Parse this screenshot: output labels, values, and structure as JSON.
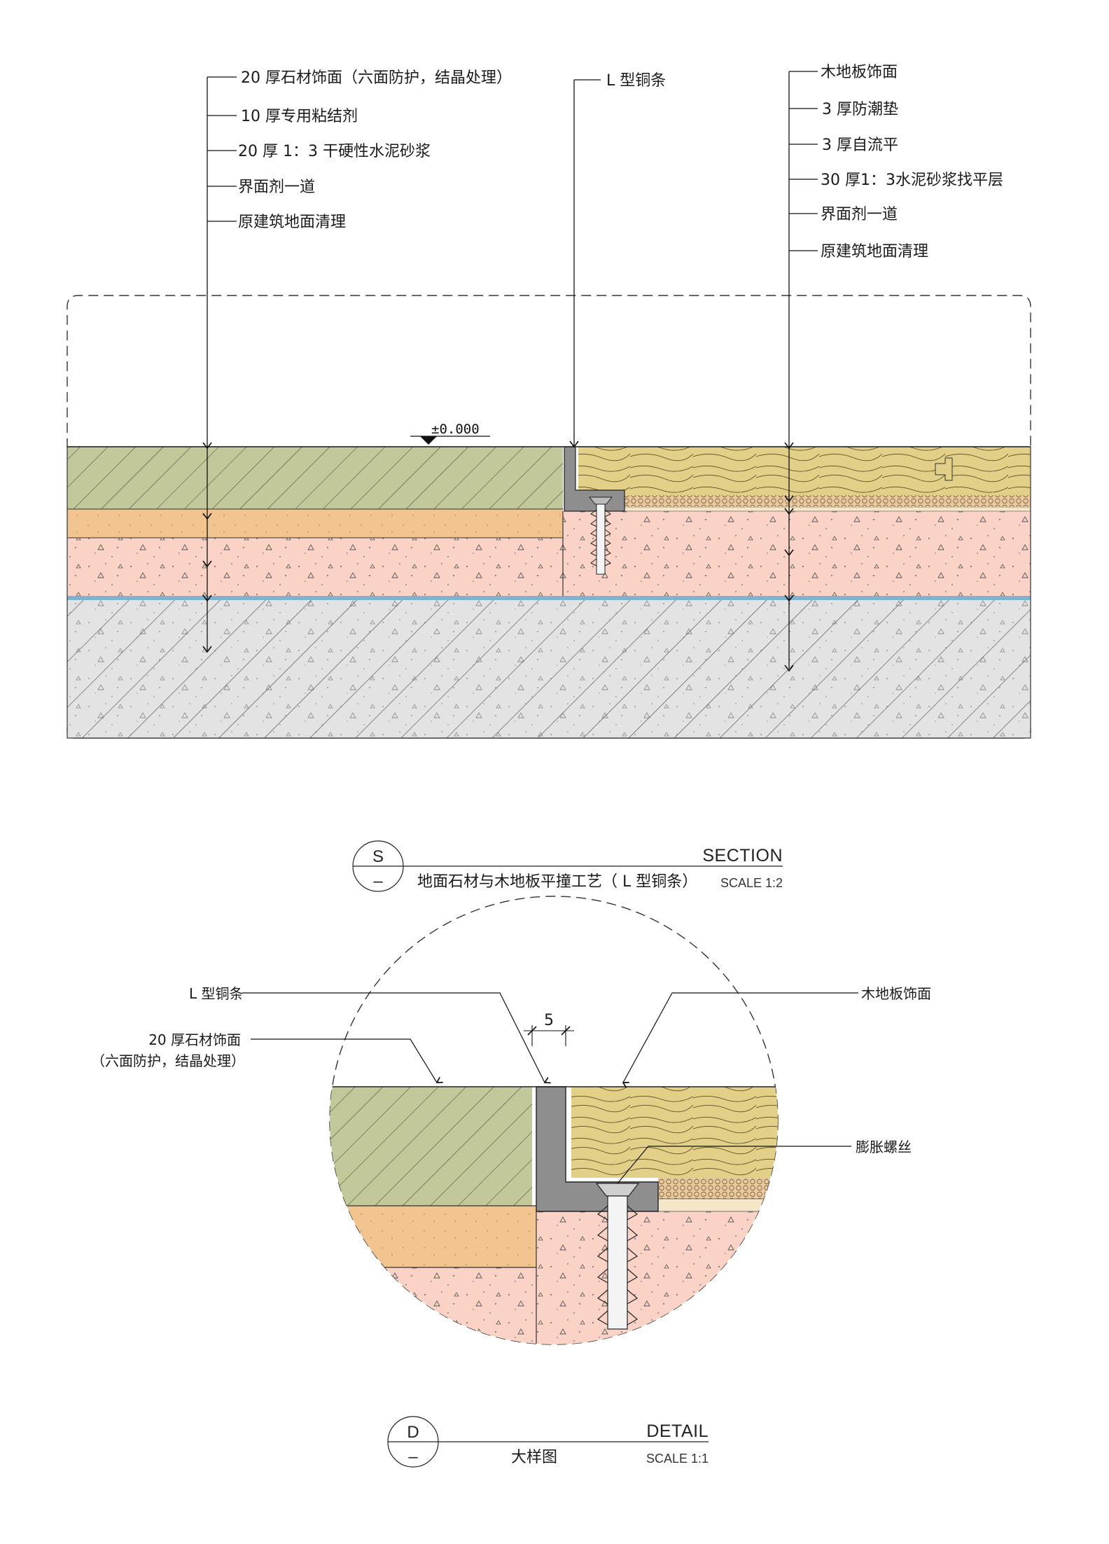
{
  "section": {
    "stone_labels": [
      "20 厚石材饰面（六面防护，结晶处理）",
      "10 厚专用粘结剂",
      "20 厚 1：3 干硬性水泥砂浆",
      "界面剂一道",
      "原建筑地面清理"
    ],
    "strip_label": "L 型铜条",
    "wood_labels": [
      "木地板饰面",
      "3 厚防潮垫",
      "3 厚自流平",
      "30 厚1：3水泥砂浆找平层",
      "界面剂一道",
      "原建筑地面清理"
    ],
    "elevation": "±0.000",
    "title_mark": "S",
    "title_sub": "–",
    "title_en": "SECTION",
    "title_cn": "地面石材与木地板平撞工艺（ L 型铜条）",
    "scale": "SCALE 1:2"
  },
  "detail": {
    "strip_label": "L 型铜条",
    "stone_label_1": "20 厚石材饰面",
    "stone_label_2": "（六面防护，结晶处理）",
    "wood_label": "木地板饰面",
    "screw_label": "膨胀螺丝",
    "dimension": "5",
    "title_mark": "D",
    "title_sub": "–",
    "title_en": "DETAIL",
    "title_cn": "大样图",
    "scale": "SCALE 1:1"
  },
  "colors": {
    "stone": "#c3c89a",
    "adhesive": "#f2c48f",
    "mortar": "#fbd3c6",
    "wood": "#e2cf88",
    "pad": "#e8c9a0",
    "concrete": "#e3e3e3",
    "membrane": "#7fb2cf",
    "brass": "#8e8e8e"
  }
}
